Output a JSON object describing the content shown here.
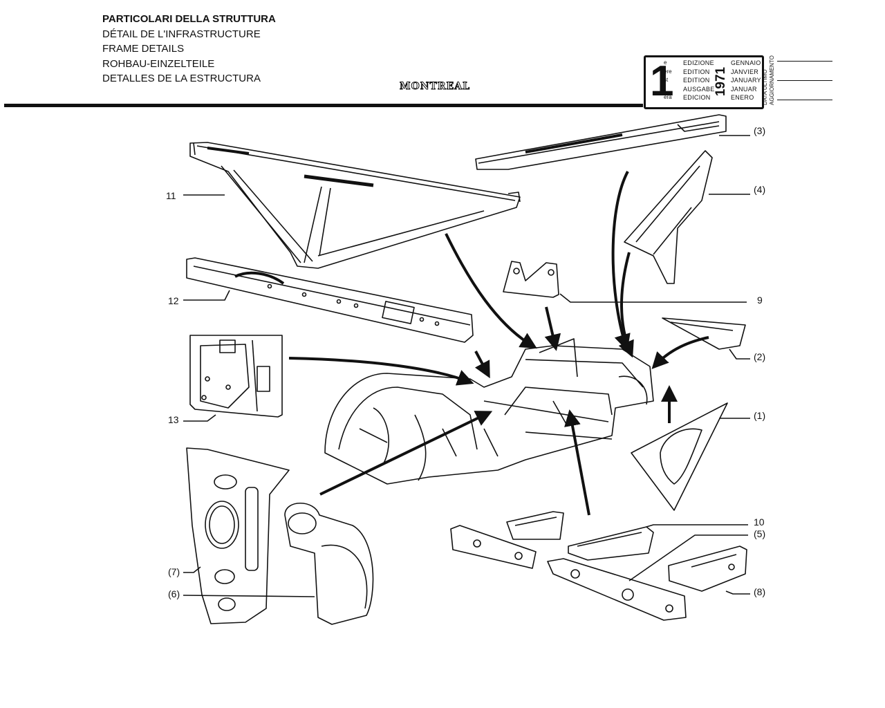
{
  "header": {
    "titles": [
      "PARTICOLARI DELLA STRUTTURA",
      "DÉTAIL DE L'INFRASTRUCTURE",
      "FRAME DETAILS",
      "ROHBAU-EINZELTEILE",
      "DETALLES DE LA ESTRUCTURA"
    ],
    "model": "MONTREAL"
  },
  "edition": {
    "number": "1",
    "suffixes": [
      "e",
      "ere",
      "st",
      ".",
      "era"
    ],
    "words": [
      "EDIZIONE",
      "EDITION",
      "EDITION",
      "AUSGABE",
      "EDICION"
    ],
    "year": "1971",
    "months": [
      "GENNAIO",
      "JANVIER",
      "JANUARY",
      "JANUAR",
      "ENERO"
    ],
    "update_label_1": "DATA ULTIMO",
    "update_label_2": "AGGIORNAMENTO"
  },
  "labels": {
    "l11": "11",
    "l12": "12",
    "l13": "13",
    "l7": "(7)",
    "l6": "(6)",
    "l3": "(3)",
    "l4": "(4)",
    "l9": "9",
    "l2": "(2)",
    "l1": "(1)",
    "l10": "10",
    "l5": "(5)",
    "l8": "(8)"
  },
  "colors": {
    "ink": "#111111",
    "paper": "#ffffff"
  }
}
